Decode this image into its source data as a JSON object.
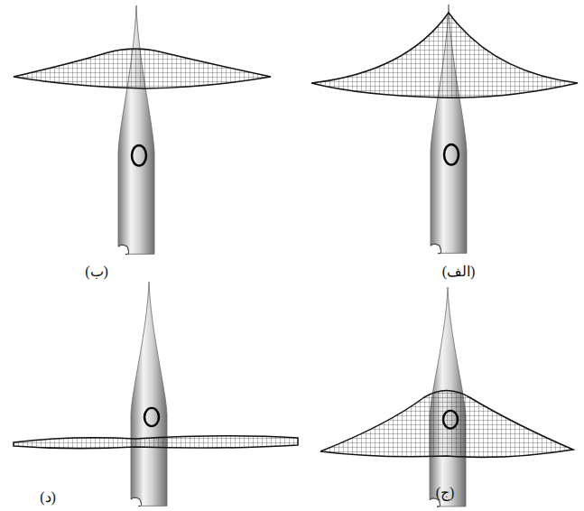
{
  "diagram": {
    "labels": [
      "(الف)",
      "(ب)",
      "(ج)",
      "(د)"
    ]
  }
}
